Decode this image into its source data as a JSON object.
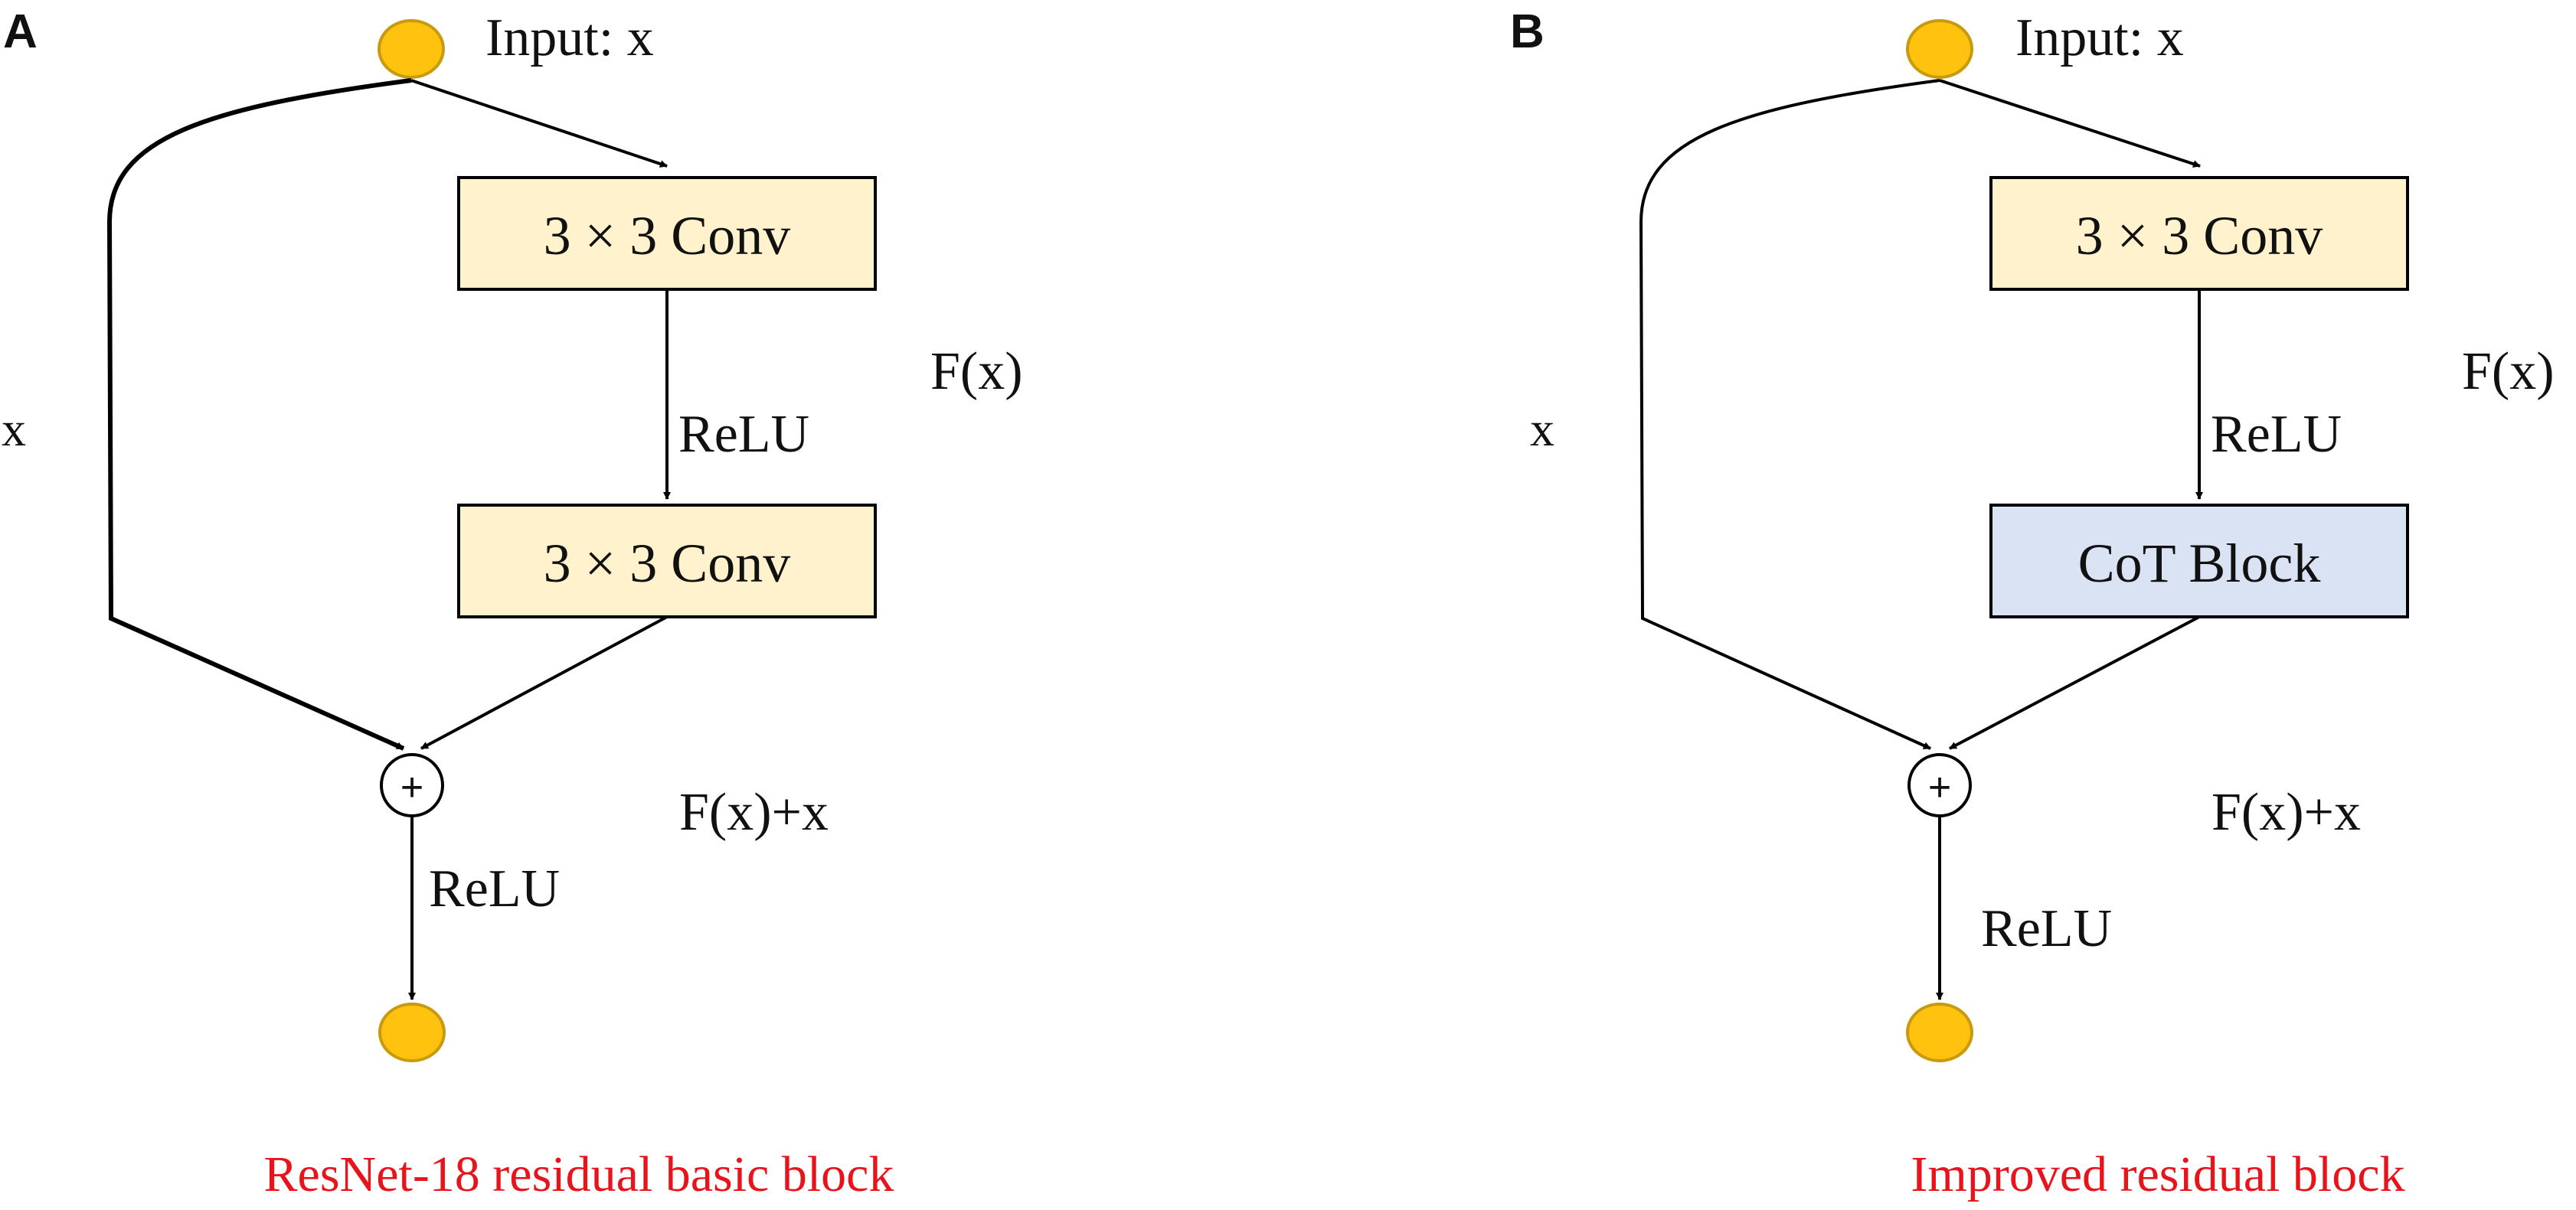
{
  "panels": [
    {
      "letter": "A",
      "input_label": "Input: x",
      "first_block": "3 × 3 Conv",
      "second_block": "3 × 3 Conv",
      "inner_relu": "ReLU",
      "shortcut_label": "x",
      "residual_label": "F(x)",
      "sum_label": "F(x)+x",
      "sum_symbol": "+",
      "output_relu": "ReLU",
      "caption": "ResNet-18 residual basic block"
    },
    {
      "letter": "B",
      "input_label": "Input: x",
      "first_block": "3 × 3 Conv",
      "second_block": "CoT Block",
      "inner_relu": "ReLU",
      "shortcut_label": "x",
      "residual_label": "F(x)",
      "sum_label": "F(x)+x",
      "sum_symbol": "+",
      "output_relu": "ReLU",
      "caption": "Improved residual block"
    }
  ],
  "colors": {
    "node_fill": "#FFC20E",
    "node_stroke": "#C89A10",
    "conv_fill": "#FFF2CC",
    "cot_fill": "#DAE3F3",
    "stroke": "#000000",
    "caption": "#E8141C",
    "text": "#111111"
  }
}
